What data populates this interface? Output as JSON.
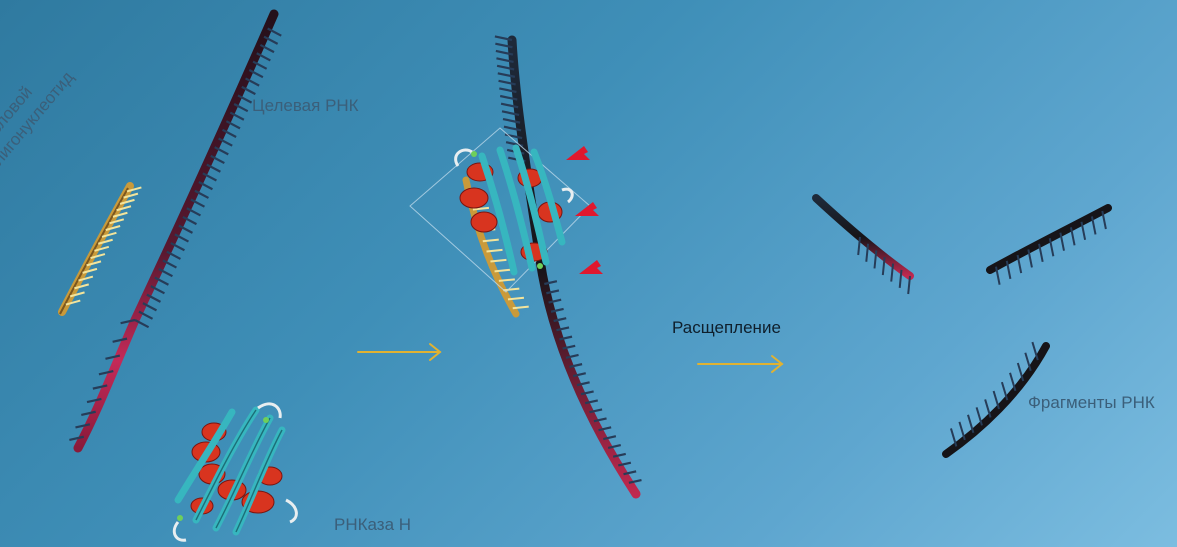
{
  "labels": {
    "antisense_line1": "Антисмысловой",
    "antisense_line2": "ДНК-олигонуклеотид",
    "target_rna": "Целевая РНК",
    "rnase": "РНКаза Н",
    "cleavage": "Расщепление",
    "fragments": "Фрагменты РНК"
  },
  "colors": {
    "background": "#3f8fb8",
    "rna_backbone": "#2a1420",
    "rna_accent": "#c42a58",
    "dna_strand": "#c99a3a",
    "base_dark": "#233a55",
    "base_light": "#f3e49b",
    "protein_helix": "#d8341f",
    "protein_sheet": "#37b6bf",
    "arrow_yellow": "#e0b232",
    "arrow_red": "#e0182e"
  },
  "icons": {
    "step_arrow": "right-arrow-icon",
    "cleavage_site": "cleavage-site-arrow-icon"
  }
}
